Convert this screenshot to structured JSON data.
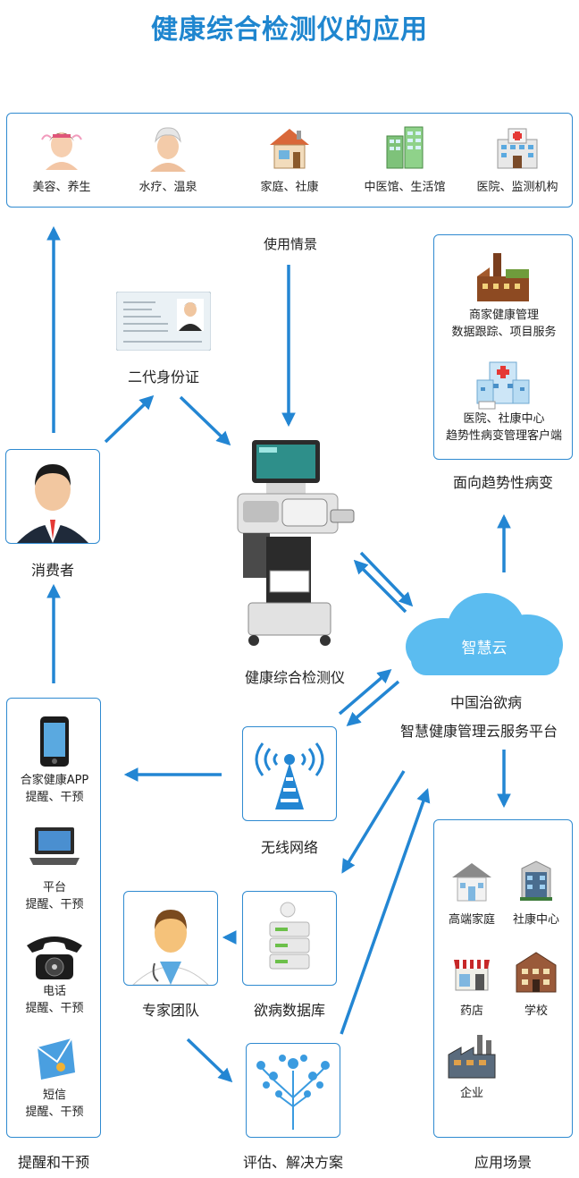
{
  "title": "健康综合检测仪的应用",
  "scenarios": {
    "items": [
      {
        "label": "美容、养生",
        "icon": "beauty-woman-icon"
      },
      {
        "label": "水疗、温泉",
        "icon": "spa-woman-icon"
      },
      {
        "label": "家庭、社康",
        "icon": "house-icon"
      },
      {
        "label": "中医馆、生活馆",
        "icon": "buildings-icon"
      },
      {
        "label": "医院、监测机构",
        "icon": "hospital-icon"
      }
    ],
    "caption": "使用情景"
  },
  "id_card": {
    "label": "二代身份证"
  },
  "consumer": {
    "label": "消费者"
  },
  "device": {
    "label": "健康综合检测仪"
  },
  "trend": {
    "items": [
      {
        "line1": "商家健康管理",
        "line2": "数据跟踪、项目服务"
      },
      {
        "line1": "医院、社康中心",
        "line2": "趋势性病变管理客户端"
      }
    ],
    "caption": "面向趋势性病变"
  },
  "cloud": {
    "label": "智慧云",
    "platform_line1": "中国治欲病",
    "platform_line2": "智慧健康管理云服务平台"
  },
  "wireless": {
    "label": "无线网络"
  },
  "reminders": {
    "items": [
      {
        "line1": "合家健康APP",
        "line2": "提醒、干预"
      },
      {
        "line1": "平台",
        "line2": "提醒、干预"
      },
      {
        "line1": "电话",
        "line2": "提醒、干预"
      },
      {
        "line1": "短信",
        "line2": "提醒、干预"
      }
    ],
    "caption": "提醒和干预"
  },
  "experts": {
    "label": "专家团队"
  },
  "database": {
    "label": "欲病数据库"
  },
  "solution": {
    "label": "评估、解决方案"
  },
  "applications": {
    "items": [
      {
        "label": "高端家庭"
      },
      {
        "label": "社康中心"
      },
      {
        "label": "药店"
      },
      {
        "label": "学校"
      },
      {
        "label": "企业"
      }
    ],
    "caption": "应用场景"
  },
  "colors": {
    "accent": "#2386d3",
    "border": "#2f8ad0",
    "cloud": "#5bbcf0"
  }
}
